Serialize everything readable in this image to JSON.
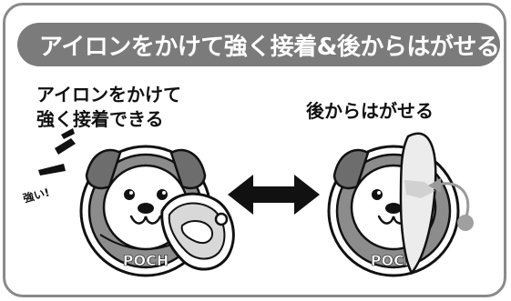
{
  "banner": {
    "title": "アイロンをかけて強く接着&後からはがせる"
  },
  "left_caption": {
    "line1": "アイロンをかけて",
    "line2": "強く接着できる"
  },
  "right_caption": "後からはがせる",
  "emphasis_label": "強い!",
  "patch_text": "POCH",
  "colors": {
    "banner": "#7b7b7b",
    "border": "#8a8a8a",
    "ink": "#111111",
    "arrow": "#111111"
  }
}
